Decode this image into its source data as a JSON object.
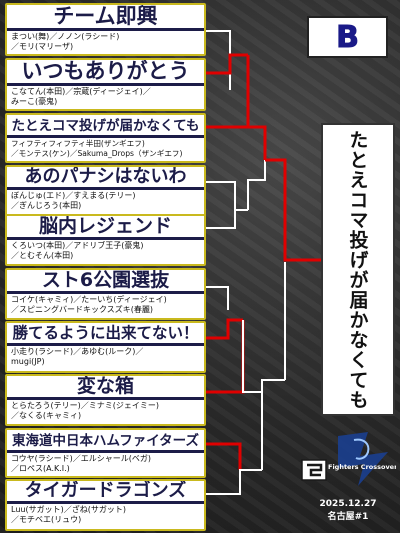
{
  "block_letter": "B",
  "winner": "たとえコマ投げが届かなくても",
  "event": {
    "date": "2025.12.27",
    "venue": "名古屋#1"
  },
  "logo": {
    "text": "Fighters Crossover"
  },
  "teams": [
    {
      "name": "チーム即興",
      "members": [
        "まつい(舞)／ノノン(ラシード)",
        "／モリ(マリーザ)"
      ]
    },
    {
      "name": "いつもありがとう",
      "members": [
        "こなてん(本田)／宗蔵(ディージェイ)／",
        "みーこ(豪鬼)"
      ]
    },
    {
      "name": "たとえコマ投げが届かなくても",
      "members": [
        "フィフティフィフティ半田(ザンギエフ)",
        "／モンテス(ケン)／Sakuma_Drops（ザンギエフ)"
      ]
    },
    {
      "name": "あのパナシはないわ",
      "members": [
        "ぼんじゅ(エド)／すえまる(テリー)",
        "／ぎんじろう(本田)"
      ]
    },
    {
      "name": "脳内レジェンド",
      "members": [
        "くろいつ(本田)／アドリブ王子(豪鬼)",
        "／とむそん(本田)"
      ]
    },
    {
      "name": "スト6公園選抜",
      "members": [
        "コイケ(キャミィ)／たーいち(ディージェイ)",
        "／スピニングバードキックスズキ(春麗)"
      ]
    },
    {
      "name": "勝てるように出来てない！",
      "members": [
        "小走り(ラシード)／あゆむ(ルーク)／",
        "mugi(JP)"
      ]
    },
    {
      "name": "変な箱",
      "members": [
        "とらたろう(テリー)／ミナミ(ジェイミー)",
        "／なくる(キャミィ)"
      ]
    },
    {
      "name": "東海道中日本ハムファイターズ",
      "members": [
        "コウヤ(ラシード)／エルシャール(ベガ)",
        "／ロペス(A.K.I.)"
      ]
    },
    {
      "name": "タイガードラゴンズ",
      "members": [
        "Luu(サガット)／ざね(サガット)",
        "／モチベエ(リュウ)"
      ]
    }
  ],
  "colors": {
    "win_line": "#e00000",
    "lose_line": "#ffffff",
    "name_text": "#1c1c48",
    "border": "#c9b91e"
  }
}
